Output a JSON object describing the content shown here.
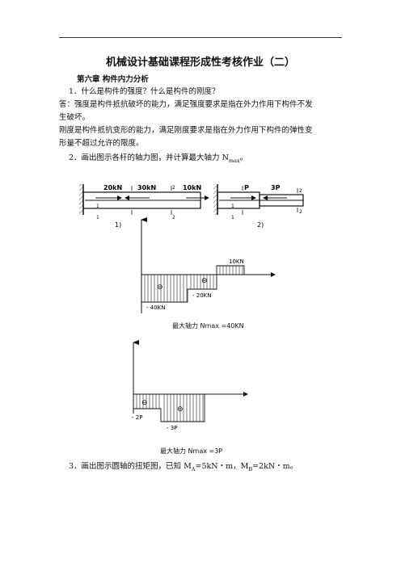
{
  "header": {
    "title": "机械设计基础课程形成性考核作业（二）",
    "chapter": "第六章    构件内力分析"
  },
  "q1": {
    "question": "1．什么是构件的强度？什么是构件的刚度？",
    "answer_line1": "答：强度是构件抵抗破坏的能力，满足强度要求是指在外力作用下构件不发",
    "answer_line2": "生破坏。",
    "answer_line3": "刚度是构件抵抗变形的能力，满足刚度要求是指在外力作用下构件的弹性变",
    "answer_line4": "形量不超过允许的限度。"
  },
  "q2": {
    "question": "2．画出图示各杆的轴力图，并计算最大轴力 N",
    "question_sub": "max",
    "question_end": "。",
    "fig1": {
      "loads": [
        "20kN",
        "30kN",
        "10kN"
      ],
      "section_marks": [
        "1",
        "2",
        "1",
        "2"
      ],
      "label": "1)"
    },
    "fig2": {
      "loads": [
        "P",
        "3P"
      ],
      "section_marks": [
        "1",
        "2",
        "1",
        "2"
      ],
      "label": "2)"
    },
    "diagram1": {
      "labels": [
        "10KN",
        "- 20KN",
        "- 40KN"
      ],
      "signs": [
        "⊖",
        "⊖"
      ],
      "result": "最大轴力 Nmax =40KN"
    },
    "diagram2": {
      "labels": [
        "- 2P",
        "- 3P"
      ],
      "signs": [
        "⊖",
        "⊖"
      ],
      "result": "最大轴力 Nmax =3P"
    }
  },
  "q3": {
    "question": "3．画出图示圆轴的扭矩图，已知 M",
    "subA": "A",
    "mid": "=5kN・m，M",
    "subB": "B",
    "end": "=2kN・m。"
  }
}
